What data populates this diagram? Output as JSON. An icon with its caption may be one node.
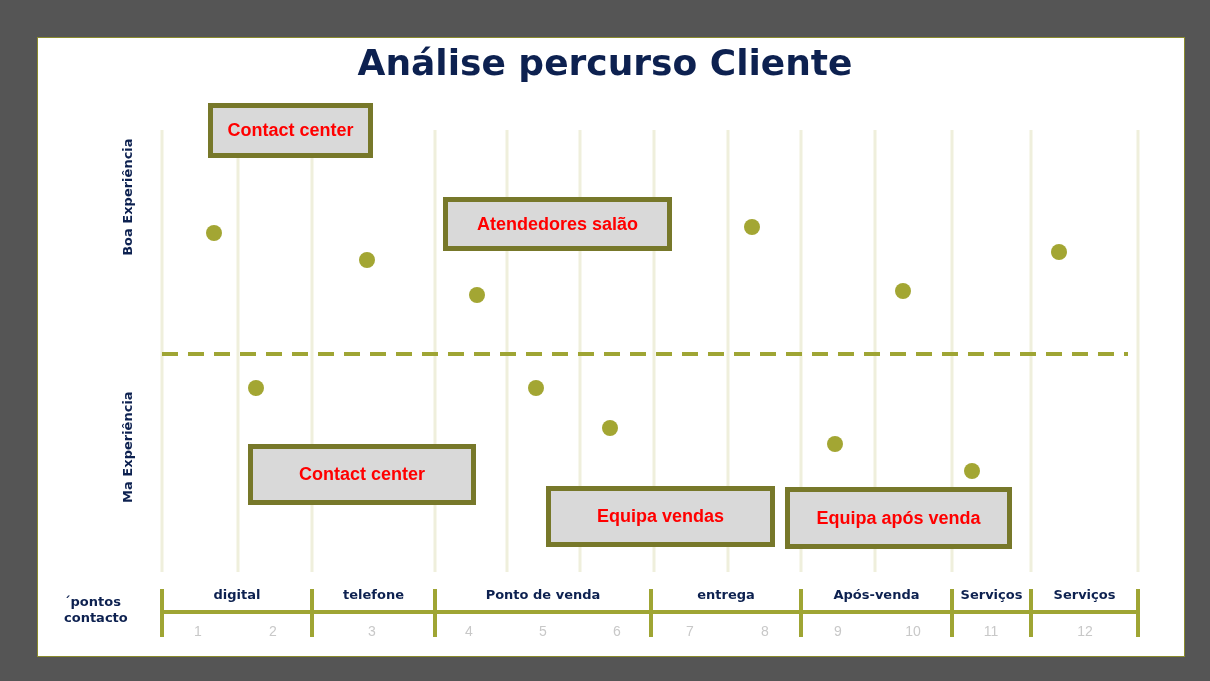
{
  "diagram": {
    "title": "Análise percurso Cliente",
    "nodes": [
      {
        "text": [
          "Contact center"
        ]
      },
      {
        "text": [
          "Atendedores salão"
        ]
      },
      {
        "text": [
          "Contact center"
        ]
      },
      {
        "text": [
          "Equipa vendas"
        ]
      },
      {
        "text": [
          "Equipa após venda"
        ]
      }
    ],
    "edges": [],
    "labels": [
      "Boa Experiência",
      "Ma Experiência",
      "´pontos contacto",
      "digital",
      "telefone",
      "Ponto de venda",
      "entrega",
      "Após-venda",
      "Serviços",
      "Serviços",
      "1",
      "2",
      "3",
      "4",
      "5",
      "6",
      "7",
      "8",
      "9",
      "10",
      "11",
      "12"
    ]
  }
}
